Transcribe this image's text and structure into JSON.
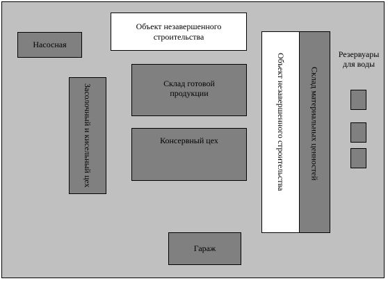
{
  "site_plan": {
    "buildings": {
      "pump_station": "Насосная",
      "unfinished_top": "Объект незавершенного строительства",
      "finished_goods_warehouse": "Склад готовой продукции",
      "canning_shop": "Консервный цех",
      "pickling_shop": "Засолочный и кисельный цех",
      "unfinished_vertical": "Объект незавершенного строительства",
      "material_warehouse": "Склад материальных ценностей",
      "garage": "Гараж"
    },
    "water_tanks_label": "Резервуары для воды"
  }
}
